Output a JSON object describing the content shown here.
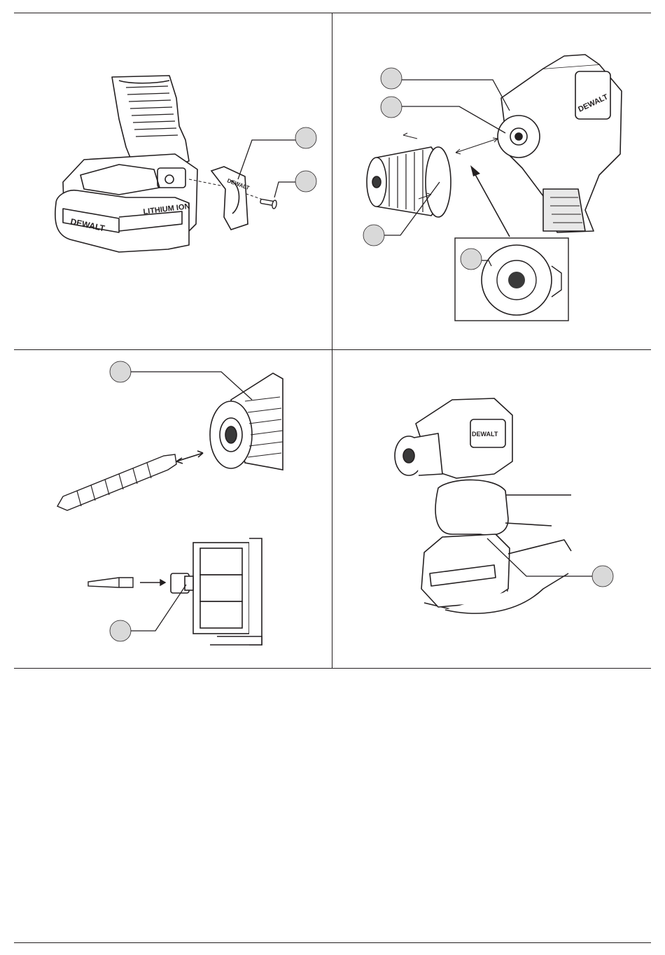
{
  "page": {
    "title": "Drill/driver illustration sheet"
  },
  "figures": [
    {
      "id": "fig-a",
      "subject": "belt-hook-attachment",
      "callouts": [
        {
          "id": "a1",
          "label": ""
        },
        {
          "id": "a2",
          "label": ""
        }
      ],
      "printed_text": {
        "battery_label": "LITHIUM ION",
        "brand": "DEWALT"
      }
    },
    {
      "id": "fig-b",
      "subject": "chuck-removal",
      "callouts": [
        {
          "id": "b1",
          "label": ""
        },
        {
          "id": "b2",
          "label": ""
        },
        {
          "id": "b3",
          "label": ""
        },
        {
          "id": "b4",
          "label": ""
        }
      ],
      "printed_text": {
        "brand": "DEWALT"
      }
    },
    {
      "id": "fig-c",
      "subject": "bit-insertion",
      "callouts": [
        {
          "id": "c1",
          "label": ""
        },
        {
          "id": "c2",
          "label": ""
        }
      ]
    },
    {
      "id": "fig-d",
      "subject": "proper-grip",
      "callouts": [
        {
          "id": "d1",
          "label": ""
        }
      ],
      "printed_text": {
        "brand": "DEWALT"
      }
    }
  ],
  "colors": {
    "line": "#231f20",
    "callout_fill": "#d9d9d9",
    "dark_fill": "#3a3a3a",
    "mid_fill": "#8c8c8c"
  },
  "icons": [
    "callout-circle",
    "drill-illustration",
    "battery-illustration",
    "belt-hook",
    "screw",
    "chuck",
    "drill-bit",
    "screwdriver-bit",
    "hand"
  ]
}
